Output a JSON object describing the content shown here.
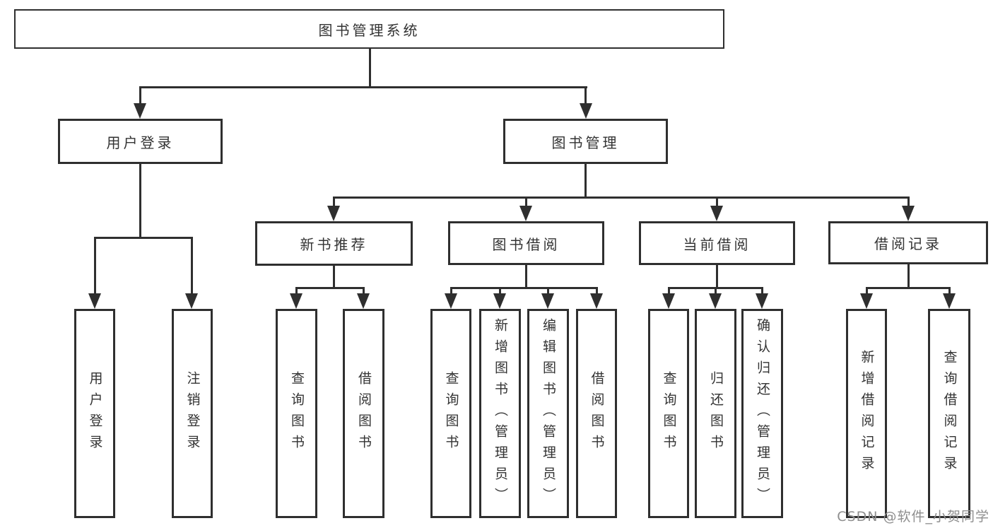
{
  "diagram": {
    "tree": {
      "root": "图书管理系统",
      "children": [
        {
          "label": "用户登录",
          "children": [
            "用户登录",
            "注销登录"
          ]
        },
        {
          "label": "图书管理",
          "children": [
            {
              "label": "新书推荐",
              "children": [
                "查询图书",
                "借阅图书"
              ]
            },
            {
              "label": "图书借阅",
              "children": [
                "查询图书",
                "新增图书（管理员）",
                "编辑图书（管理员）",
                "借阅图书"
              ]
            },
            {
              "label": "当前借阅",
              "children": [
                "查询图书",
                "归还图书",
                "确认归还（管理员）"
              ]
            },
            {
              "label": "借阅记录",
              "children": [
                "新增借阅记录",
                "查询借阅记录"
              ]
            }
          ]
        }
      ]
    },
    "watermark": "CSDN @软件_小贺同学",
    "colors": {
      "line": "#2f2f2f",
      "text": "#333333",
      "watermark": "#8e8e8e",
      "background": "#ffffff"
    }
  }
}
